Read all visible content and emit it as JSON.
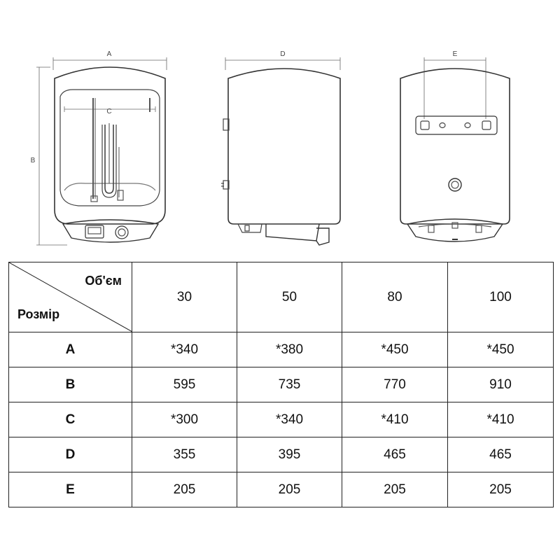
{
  "dimension_labels": {
    "a": "A",
    "b": "B",
    "c": "C",
    "d": "D",
    "e": "E"
  },
  "table": {
    "corner_top": "Об'єм",
    "corner_bottom": "Розмір",
    "volumes": [
      "30",
      "50",
      "80",
      "100"
    ],
    "rows": [
      {
        "label": "A",
        "values": [
          "*340",
          "*380",
          "*450",
          "*450"
        ]
      },
      {
        "label": "B",
        "values": [
          "595",
          "735",
          "770",
          "910"
        ]
      },
      {
        "label": "C",
        "values": [
          "*300",
          "*340",
          "*410",
          "*410"
        ]
      },
      {
        "label": "D",
        "values": [
          "355",
          "395",
          "465",
          "465"
        ]
      },
      {
        "label": "E",
        "values": [
          "205",
          "205",
          "205",
          "205"
        ]
      }
    ]
  }
}
